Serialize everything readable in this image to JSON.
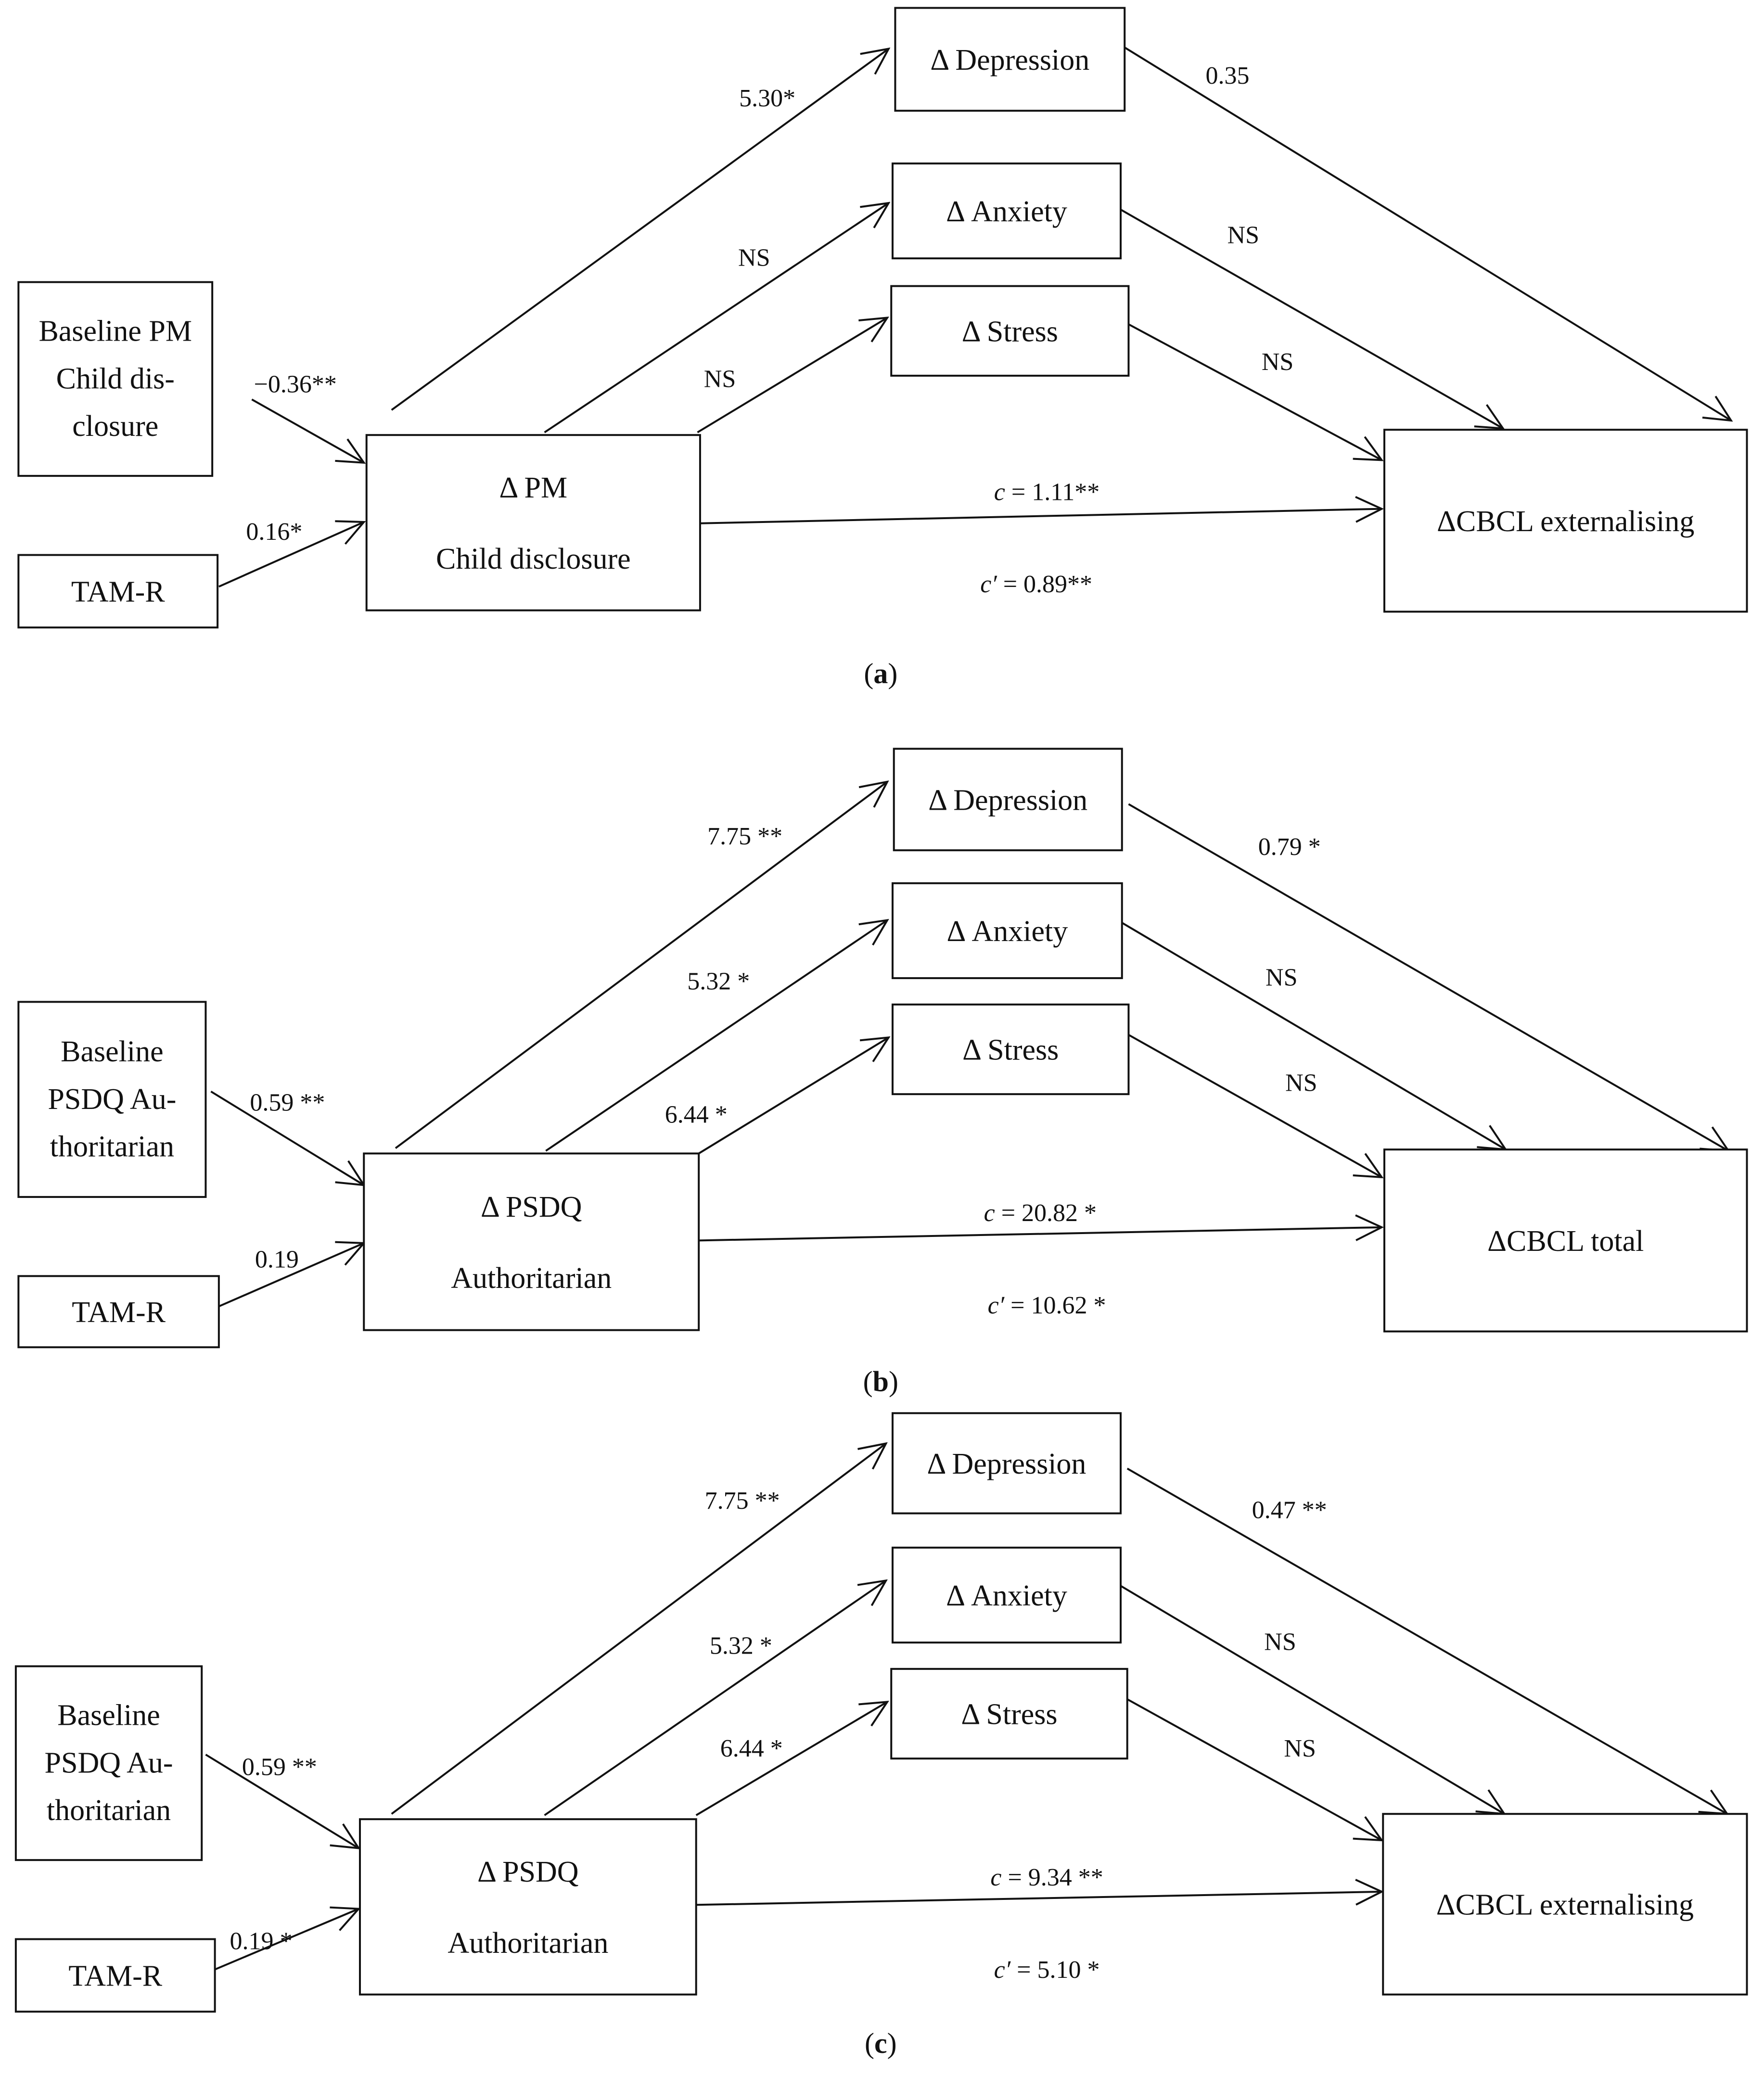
{
  "diagrams": [
    {
      "caption": {
        "open": "(",
        "letter": "a",
        "close": ")"
      },
      "nodes": {
        "baseline": [
          "Baseline PM",
          "Child dis-",
          "closure"
        ],
        "tam": [
          "TAM-R"
        ],
        "delta": [
          "Δ PM",
          "Child disclosure"
        ],
        "dep": [
          "Δ Depression"
        ],
        "anx": [
          "Δ Anxiety"
        ],
        "str": [
          "Δ Stress"
        ],
        "out": [
          "ΔCBCL externalising"
        ]
      },
      "edges": {
        "baseline_delta": "−0.36**",
        "tam_delta": "0.16*",
        "delta_dep": "5.30*",
        "delta_anx": "NS",
        "delta_str": "NS",
        "dep_out": "0.35",
        "anx_out": "NS",
        "str_out": "NS",
        "c": {
          "sym": "c",
          "val": " = 1.11**"
        },
        "cprime": {
          "sym": "c′",
          "val": " = 0.89**"
        }
      }
    },
    {
      "caption": {
        "open": "(",
        "letter": "b",
        "close": ")"
      },
      "nodes": {
        "baseline": [
          "Baseline",
          "PSDQ Au-",
          "thoritarian"
        ],
        "tam": [
          "TAM-R"
        ],
        "delta": [
          "Δ PSDQ",
          "Authoritarian"
        ],
        "dep": [
          "Δ Depression"
        ],
        "anx": [
          "Δ Anxiety"
        ],
        "str": [
          "Δ Stress"
        ],
        "out": [
          "ΔCBCL total"
        ]
      },
      "edges": {
        "baseline_delta": "0.59 **",
        "tam_delta": "0.19",
        "delta_dep": "7.75 **",
        "delta_anx": "5.32 *",
        "delta_str": "6.44 *",
        "dep_out": "0.79 *",
        "anx_out": "NS",
        "str_out": "NS",
        "c": {
          "sym": "c",
          "val": " = 20.82 *"
        },
        "cprime": {
          "sym": "c′",
          "val": " = 10.62 *"
        }
      }
    },
    {
      "caption": {
        "open": "(",
        "letter": "c",
        "close": ")"
      },
      "nodes": {
        "baseline": [
          "Baseline",
          "PSDQ Au-",
          "thoritarian"
        ],
        "tam": [
          "TAM-R"
        ],
        "delta": [
          "Δ PSDQ",
          "Authoritarian"
        ],
        "dep": [
          "Δ Depression"
        ],
        "anx": [
          "Δ Anxiety"
        ],
        "str": [
          "Δ Stress"
        ],
        "out": [
          "ΔCBCL externalising"
        ]
      },
      "edges": {
        "baseline_delta": "0.59 **",
        "tam_delta": "0.19 *",
        "delta_dep": "7.75 **",
        "delta_anx": "5.32 *",
        "delta_str": "6.44 *",
        "dep_out": "0.47 **",
        "anx_out": "NS",
        "str_out": "NS",
        "c": {
          "sym": "c",
          "val": " = 9.34 **"
        },
        "cprime": {
          "sym": "c′",
          "val": " = 5.10 *"
        }
      }
    }
  ]
}
